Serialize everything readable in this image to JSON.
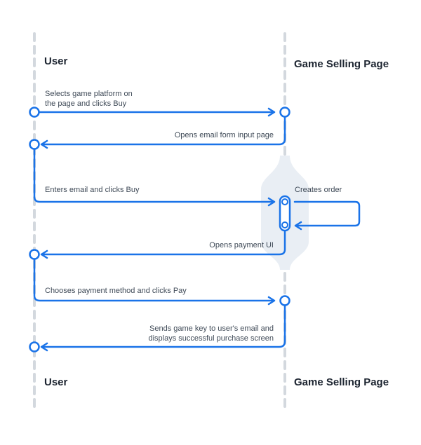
{
  "lanes": {
    "left_top": "User",
    "right_top": "Game Selling Page",
    "left_bottom": "User",
    "right_bottom": "Game Selling Page"
  },
  "messages": [
    {
      "lines": [
        "Selects game platform on",
        "the page and clicks Buy"
      ],
      "direction": "user-to-page"
    },
    {
      "lines": [
        "Opens email form input page"
      ],
      "direction": "page-to-user"
    },
    {
      "lines": [
        "Enters email and clicks Buy"
      ],
      "direction": "user-to-page"
    },
    {
      "lines": [
        "Creates order"
      ],
      "direction": "self"
    },
    {
      "lines": [
        "Opens payment UI"
      ],
      "direction": "page-to-user"
    },
    {
      "lines": [
        "Chooses payment method and clicks Pay"
      ],
      "direction": "user-to-page"
    },
    {
      "lines": [
        "Sends game key to user's email and",
        "displays successful purchase screen"
      ],
      "direction": "page-to-user"
    }
  ],
  "colors": {
    "accent": "#1a73e8",
    "lifeline": "#d3d8de",
    "activation": "#e8edf3"
  }
}
